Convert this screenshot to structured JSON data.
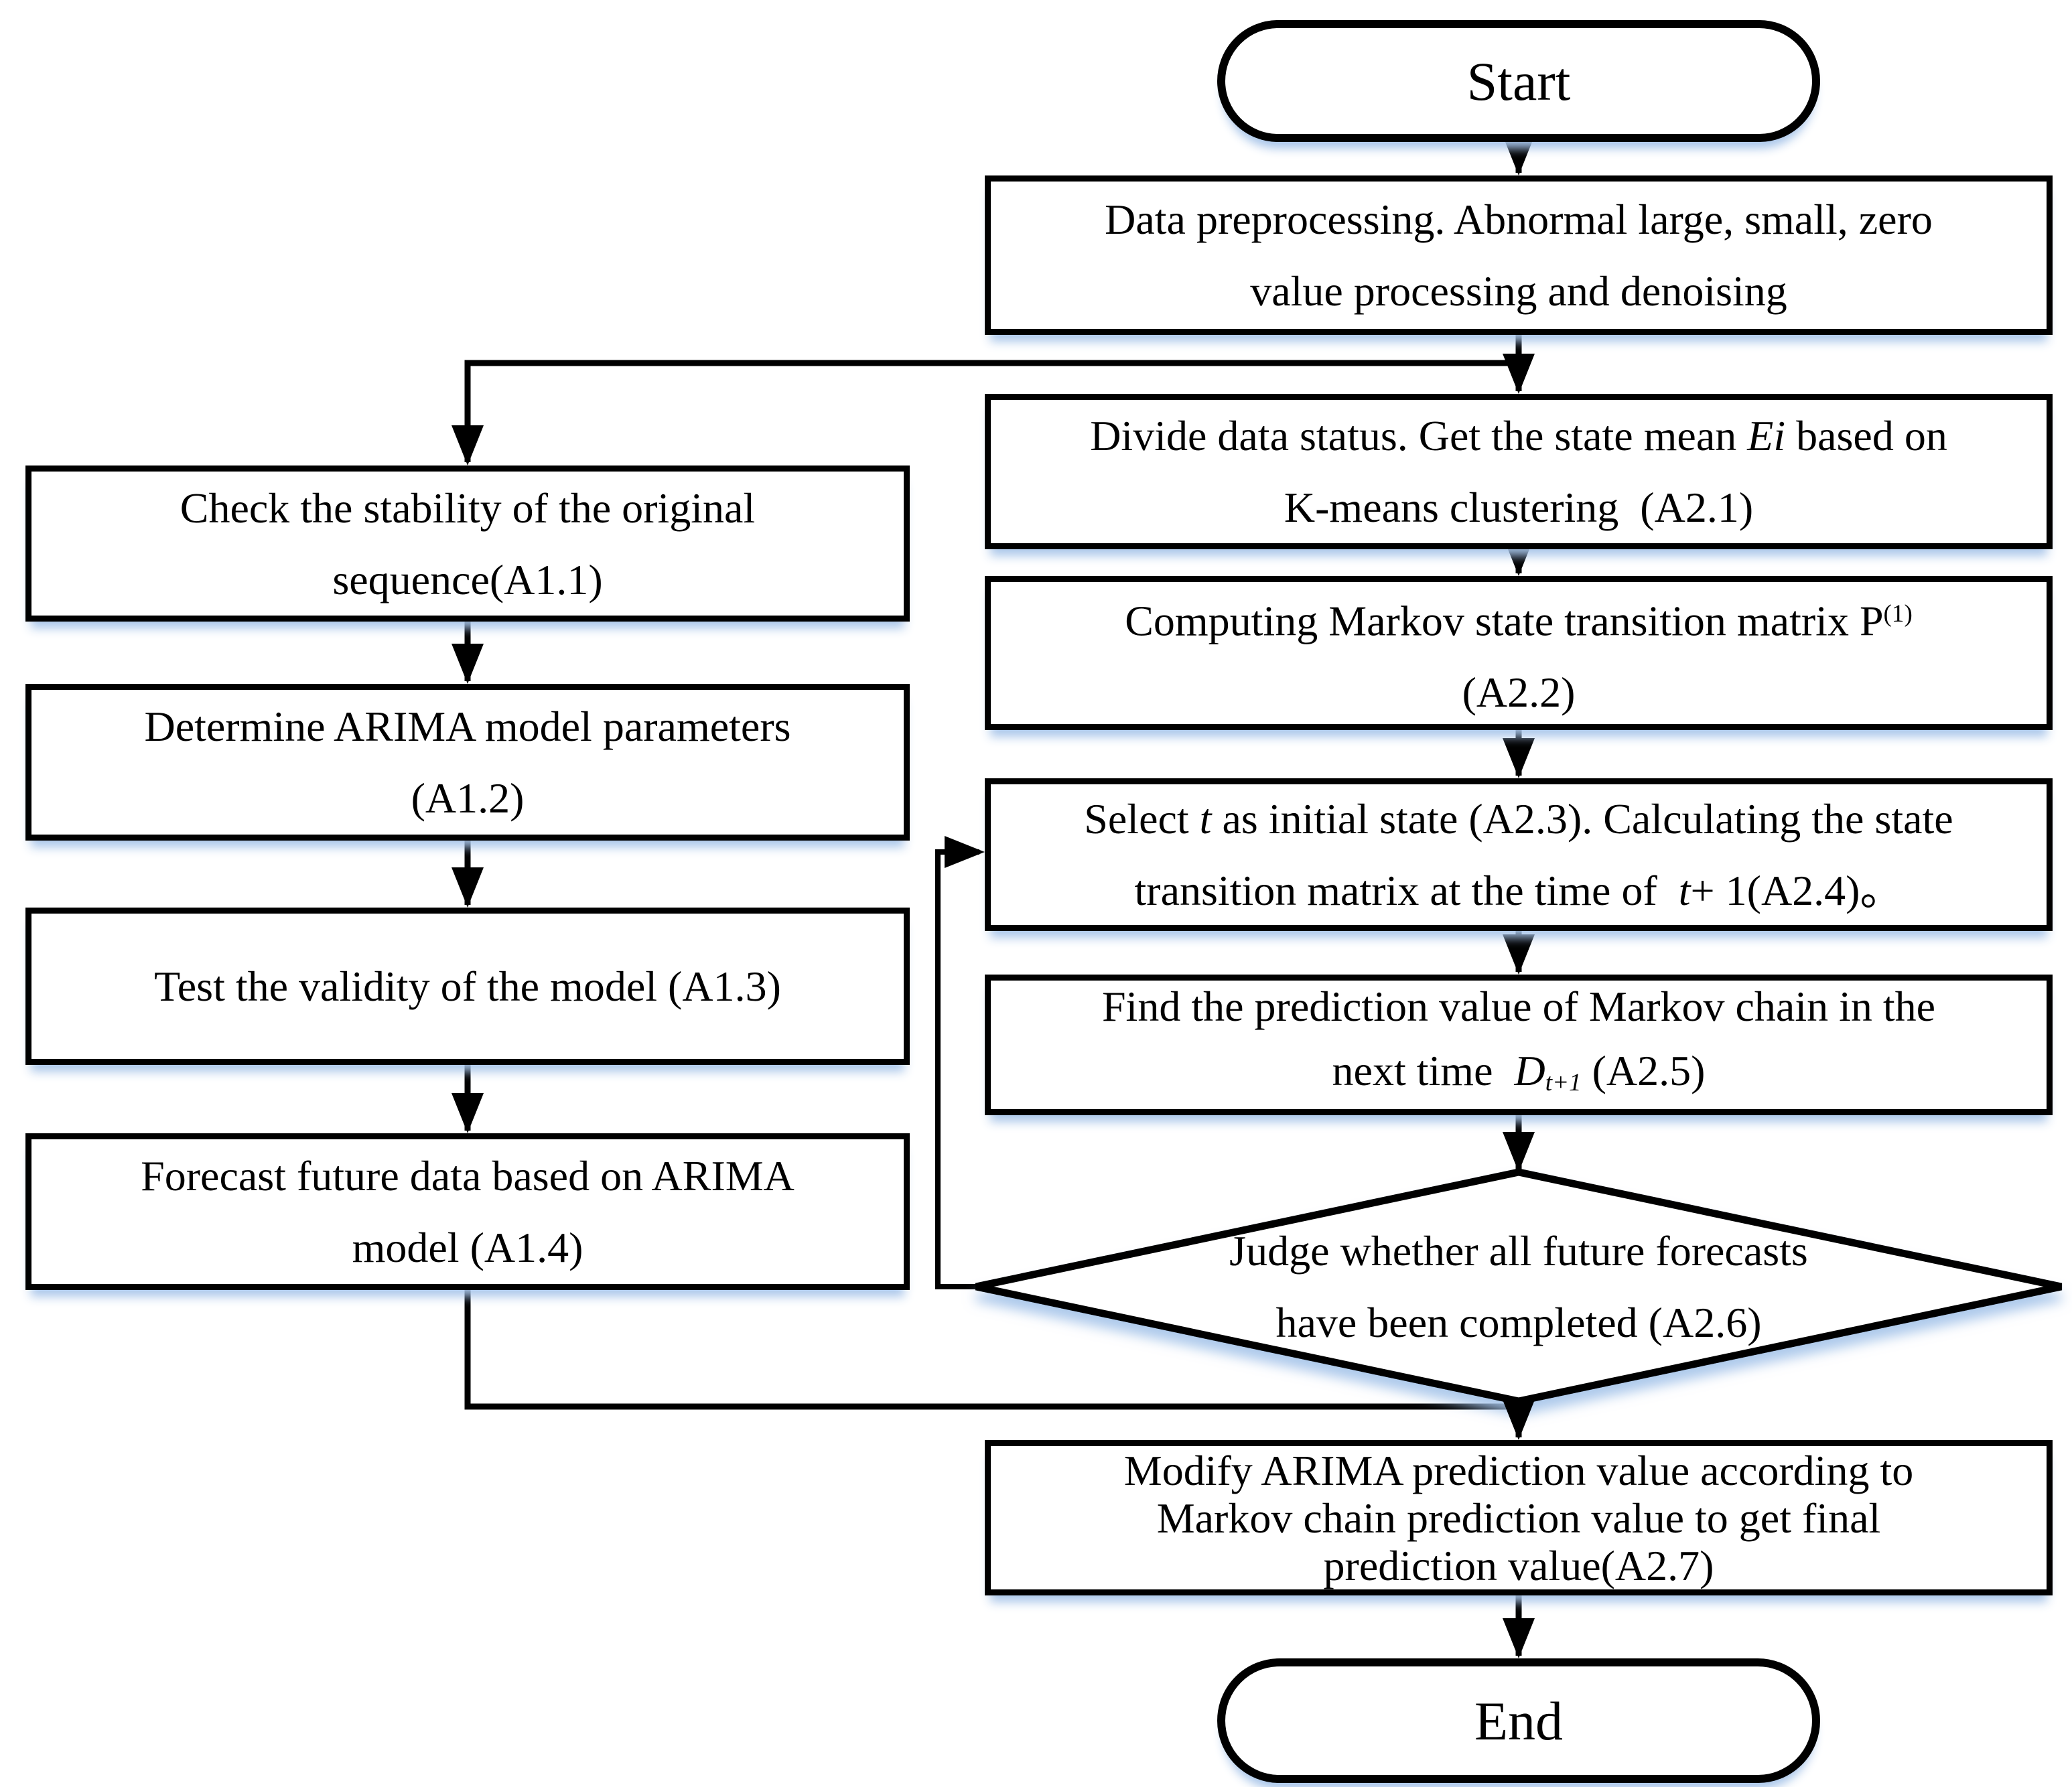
{
  "colors": {
    "line": "#000000",
    "background": "#ffffff",
    "shape_fill": "#ffffff",
    "soft_shadow": "#a6c4e9"
  },
  "nodes": {
    "start": {
      "label": "Start"
    },
    "preprocess": {
      "line1": "Data preprocessing. Abnormal large, small, zero",
      "line2": "value processing and denoising"
    },
    "check": {
      "line1": "Check the stability of the original",
      "line2": "sequence(A1.1)"
    },
    "determine": {
      "line1": "Determine ARIMA model parameters",
      "line2": "(A1.2)"
    },
    "test": {
      "line1": "Test the validity of the model (A1.3)"
    },
    "forecast": {
      "line1": "Forecast future data based on ARIMA",
      "line2": "model (A1.4)"
    },
    "divide": {
      "l1a": "Divide data status. Get the state mean ",
      "l1b": "Ei",
      "l1c": " based on",
      "line2": "K-means clustering  (A2.1)"
    },
    "matrix": {
      "l1a": "Computing Markov state transition matrix P",
      "l1sup": "(1)",
      "line2": "(A2.2)"
    },
    "select": {
      "l1a": "Select ",
      "l1b": "t",
      "l1c": " as initial state (A2.3). Calculating the state",
      "l2a": "transition matrix at the time of  ",
      "l2b": "t",
      "l2c": "+ 1(A2.4)。"
    },
    "find": {
      "line1": "Find the prediction value of Markov chain in the",
      "l2a": "next time  ",
      "l2b": "D",
      "l2sub": "t+1",
      "l2c": " (A2.5)"
    },
    "judge": {
      "line1": "Judge whether all future forecasts",
      "line2": "have been completed (A2.6)"
    },
    "modify": {
      "line1": "Modify ARIMA prediction value according to",
      "line2": "Markov chain prediction value to get final",
      "line3": "prediction value(A2.7)"
    },
    "end": {
      "label": "End"
    }
  },
  "edges": [
    {
      "from": "start",
      "to": "preprocess"
    },
    {
      "from": "preprocess",
      "to": "check"
    },
    {
      "from": "preprocess",
      "to": "divide"
    },
    {
      "from": "check",
      "to": "determine"
    },
    {
      "from": "determine",
      "to": "test"
    },
    {
      "from": "test",
      "to": "forecast"
    },
    {
      "from": "forecast",
      "to": "modify"
    },
    {
      "from": "divide",
      "to": "matrix"
    },
    {
      "from": "matrix",
      "to": "select"
    },
    {
      "from": "select",
      "to": "find"
    },
    {
      "from": "find",
      "to": "judge"
    },
    {
      "from": "judge",
      "to": "modify"
    },
    {
      "from": "judge",
      "to": "select",
      "kind": "loop-back"
    },
    {
      "from": "modify",
      "to": "end"
    }
  ]
}
